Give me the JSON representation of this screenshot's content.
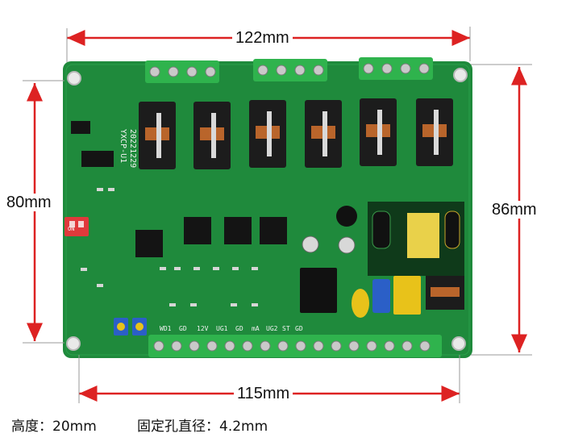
{
  "dimensions": {
    "width_top": "122mm",
    "width_bottom": "115mm",
    "height_left": "80mm",
    "height_right": "86mm"
  },
  "captions": {
    "board_height": "高度：20mm",
    "mount_hole_diameter": "固定孔直径：4.2mm"
  },
  "board": {
    "model": "YXCP-U1",
    "date_code": "20221229",
    "dip_switch_label": "ON",
    "bottom_terminal_labels": [
      "WD1",
      "GD",
      "12V",
      "UG1",
      "GD",
      "mA",
      "UG2",
      "ST",
      "GD"
    ],
    "colors": {
      "pcb": "#1f8a3c",
      "terminal": "#2fb34d",
      "dip_switch": "#e0393b",
      "potentiometer": "#2b5fc7",
      "capacitor_yellow": "#e8c21a"
    }
  }
}
